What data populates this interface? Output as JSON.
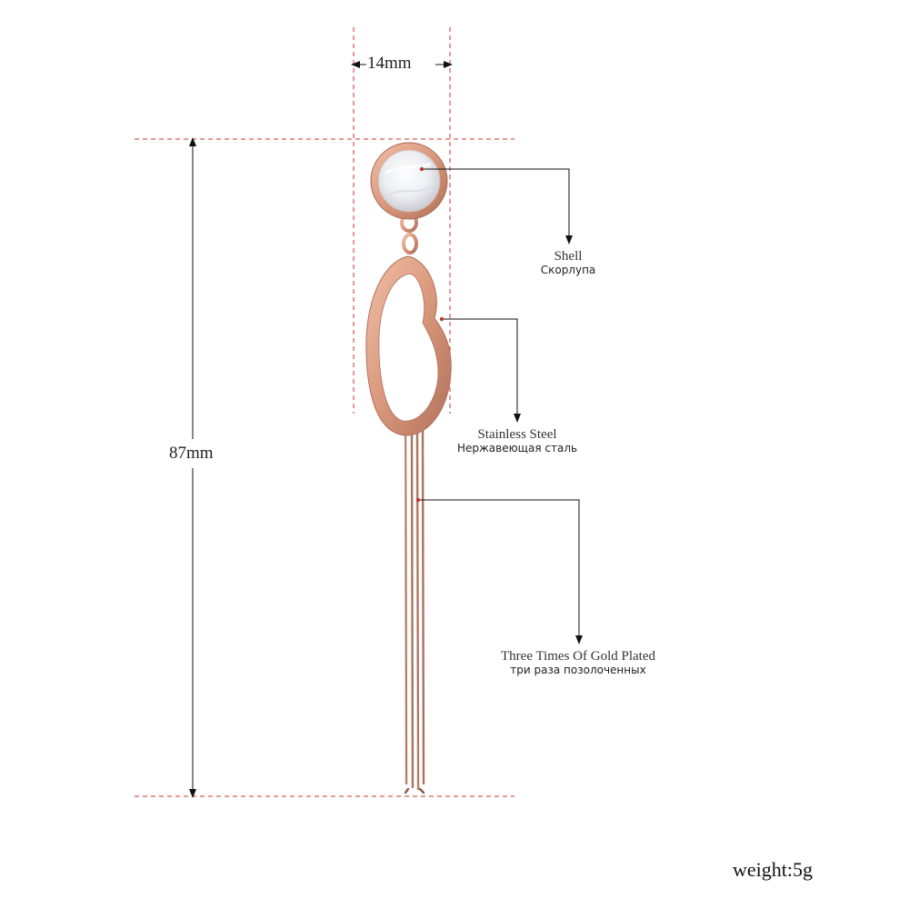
{
  "dimensions": {
    "width_label": "14mm",
    "length_label": "87mm"
  },
  "callouts": [
    {
      "en": "Shell",
      "ru": "Скорлупа"
    },
    {
      "en": "Stainless Steel",
      "ru": "Нержавеющая сталь"
    },
    {
      "en": "Three Times Of Gold Plated",
      "ru": "три раза позолоченных"
    }
  ],
  "weight_label": "weight:5g",
  "colors": {
    "guide": "#c0392b",
    "rose_gold": "#d9977b",
    "rose_gold_dark": "#b0705a",
    "shell": "#f2f2f4",
    "chain": "#a9735f"
  }
}
